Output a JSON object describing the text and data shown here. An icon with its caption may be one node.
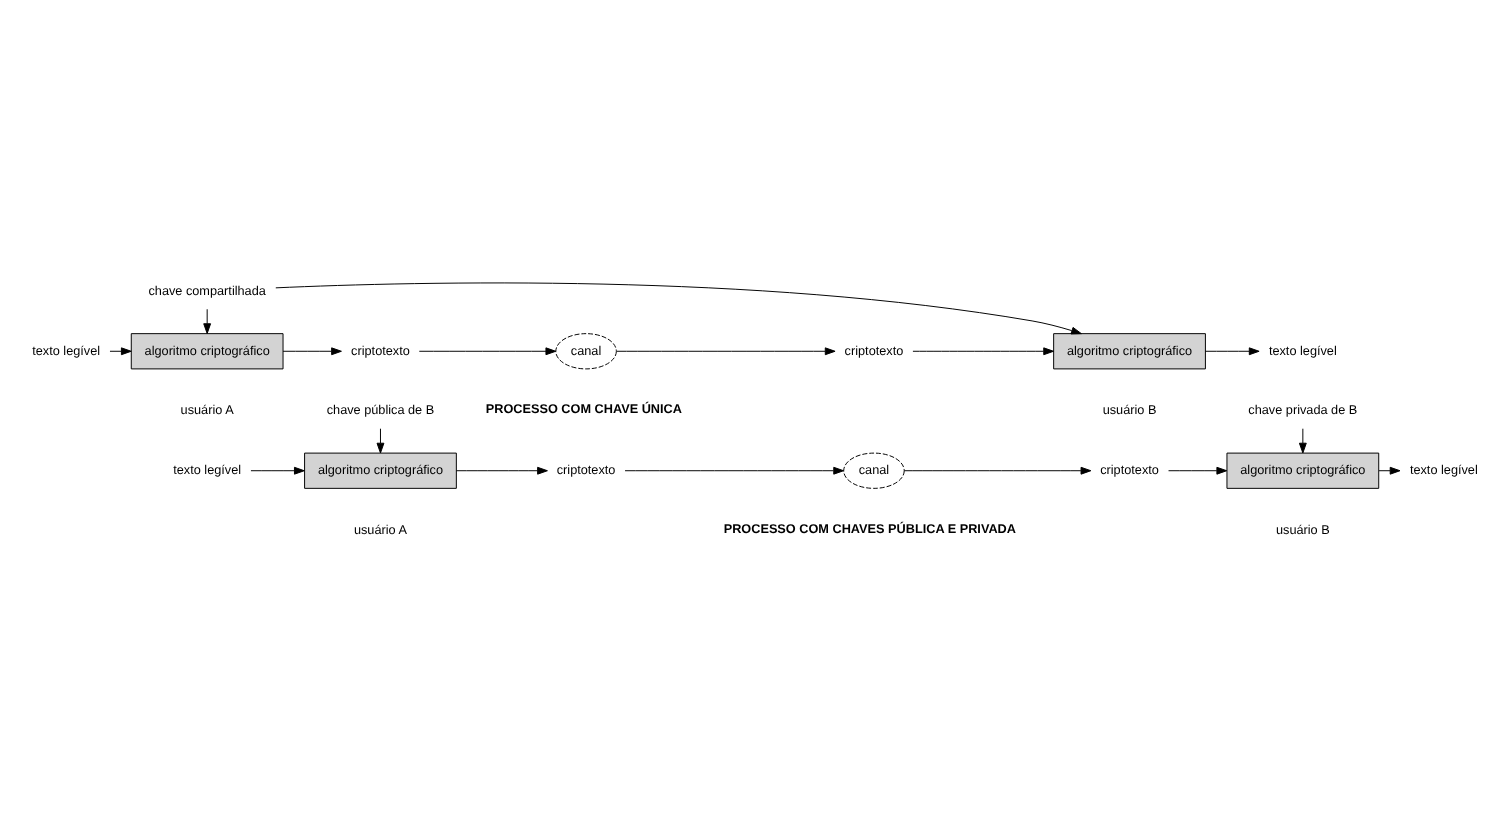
{
  "diagram": {
    "nodes": [
      {
        "text": [
          "chave compartilhada"
        ]
      },
      {
        "text": [
          "texto legível"
        ]
      },
      {
        "text": [
          "algoritmo criptográfico"
        ],
        "beside": [
          "usuário A"
        ]
      },
      {
        "text": [
          "criptotexto"
        ]
      },
      {
        "text": [
          "canal"
        ]
      },
      {
        "text": [
          "criptotexto"
        ]
      },
      {
        "text": [
          "algoritmo criptográfico"
        ],
        "beside": [
          "usuário B"
        ]
      },
      {
        "text": [
          "texto legível"
        ]
      },
      {
        "text": [
          "chave pública de B"
        ]
      },
      {
        "text": [
          "chave privada de B"
        ]
      },
      {
        "text": [
          "texto legível"
        ]
      },
      {
        "text": [
          "algoritmo criptográfico"
        ],
        "beside": [
          "usuário A"
        ]
      },
      {
        "text": [
          "criptotexto"
        ]
      },
      {
        "text": [
          "canal"
        ]
      },
      {
        "text": [
          "criptotexto"
        ]
      },
      {
        "text": [
          "algoritmo criptográfico"
        ],
        "beside": [
          "usuário B"
        ]
      },
      {
        "text": [
          "texto legível"
        ]
      }
    ],
    "edges": [
      {
        "from": 0,
        "to": 2,
        "arrow": "to"
      },
      {
        "from": 0,
        "to": 6,
        "arrow": "to"
      },
      {
        "from": 1,
        "to": 2,
        "arrow": "to"
      },
      {
        "from": 2,
        "to": 3,
        "arrow": "to"
      },
      {
        "from": 3,
        "to": 4,
        "arrow": "to"
      },
      {
        "from": 4,
        "to": 5,
        "arrow": "to"
      },
      {
        "from": 5,
        "to": 6,
        "arrow": "to"
      },
      {
        "from": 6,
        "to": 7,
        "arrow": "to"
      },
      {
        "from": 8,
        "to": 11,
        "arrow": "to"
      },
      {
        "from": 9,
        "to": 15,
        "arrow": "to"
      },
      {
        "from": 10,
        "to": 11,
        "arrow": "to"
      },
      {
        "from": 11,
        "to": 12,
        "arrow": "to"
      },
      {
        "from": 12,
        "to": 13,
        "arrow": "to"
      },
      {
        "from": 13,
        "to": 14,
        "arrow": "to"
      },
      {
        "from": 14,
        "to": 15,
        "arrow": "to"
      },
      {
        "from": 15,
        "to": 16,
        "arrow": "to"
      }
    ],
    "labels": [
      "PROCESSO COM CHAVE ÚNICA",
      "PROCESSO COM CHAVES PÚBLICA E PRIVADA"
    ]
  }
}
